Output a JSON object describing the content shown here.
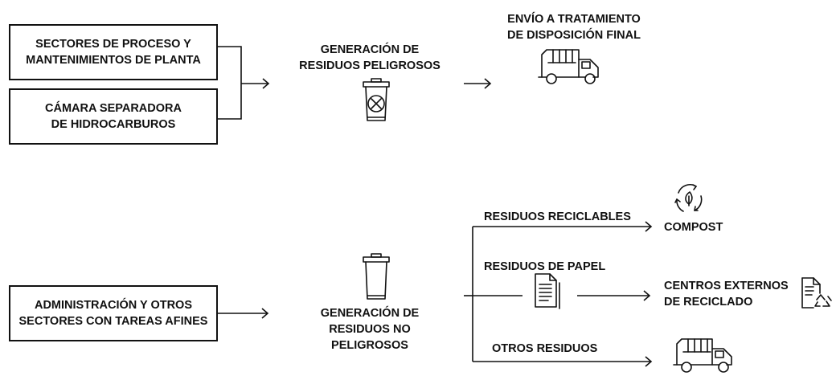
{
  "top": {
    "box1": "SECTORES DE PROCESO Y\nMANTENIMIENTOS DE PLANTA",
    "box2": "CÁMARA SEPARADORA\nDE HIDROCARBUROS",
    "generation": "GENERACIÓN DE\nRESIDUOS PELIGROSOS",
    "destination": "ENVÍO A TRATAMIENTO\nDE DISPOSICIÓN FINAL"
  },
  "bottom": {
    "source": "ADMINISTRACIÓN Y OTROS\nSECTORES CON TAREAS AFINES",
    "generation": "GENERACIÓN DE\nRESIDUOS NO PELIGROSOS",
    "branch_recyclable": "RESIDUOS RECICLABLES",
    "dest_compost": "COMPOST",
    "branch_paper": "RESIDUOS DE PAPEL",
    "dest_recycling": "CENTROS EXTERNOS\nDE RECICLADO",
    "branch_other": "OTROS RESIDUOS"
  },
  "icons": {
    "hazard_bin": "hazardous-bin-icon",
    "truck": "garbage-truck-icon",
    "plain_bin": "trash-bin-icon",
    "compost": "compost-icon",
    "paper": "document-icon",
    "recycle_doc": "recycle-document-icon"
  }
}
